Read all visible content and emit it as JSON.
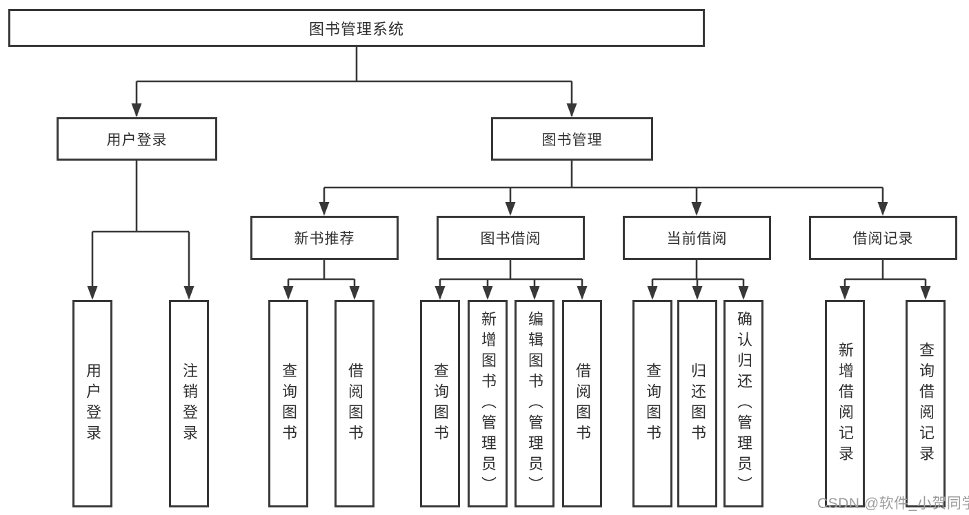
{
  "diagram": {
    "title": "图书管理系统",
    "root": {
      "label": "图书管理系统"
    },
    "level2": [
      {
        "label": "用户登录"
      },
      {
        "label": "图书管理"
      }
    ],
    "level3": [
      {
        "label": "新书推荐",
        "parent": "图书管理"
      },
      {
        "label": "图书借阅",
        "parent": "图书管理"
      },
      {
        "label": "当前借阅",
        "parent": "图书管理"
      },
      {
        "label": "借阅记录",
        "parent": "图书管理"
      }
    ],
    "leaves": [
      {
        "label": "用户登录",
        "parent": "用户登录"
      },
      {
        "label": "注销登录",
        "parent": "用户登录"
      },
      {
        "label": "查询图书",
        "parent": "新书推荐"
      },
      {
        "label": "借阅图书",
        "parent": "新书推荐"
      },
      {
        "label": "查询图书",
        "parent": "图书借阅"
      },
      {
        "label": "新增图书（管理员）",
        "parent": "图书借阅"
      },
      {
        "label": "编辑图书（管理员）",
        "parent": "图书借阅"
      },
      {
        "label": "借阅图书",
        "parent": "图书借阅"
      },
      {
        "label": "查询图书",
        "parent": "当前借阅"
      },
      {
        "label": "归还图书",
        "parent": "当前借阅"
      },
      {
        "label": "确认归还（管理员）",
        "parent": "当前借阅"
      },
      {
        "label": "新增借阅记录",
        "parent": "借阅记录"
      },
      {
        "label": "查询借阅记录",
        "parent": "借阅记录"
      }
    ]
  },
  "colors": {
    "line": "#383838",
    "box_border": "#383838",
    "text": "#2f2f2f",
    "background": "#ffffff",
    "watermark": "#9c9c9c"
  },
  "watermark": {
    "text": "CSDN @软件_小贺同学"
  }
}
